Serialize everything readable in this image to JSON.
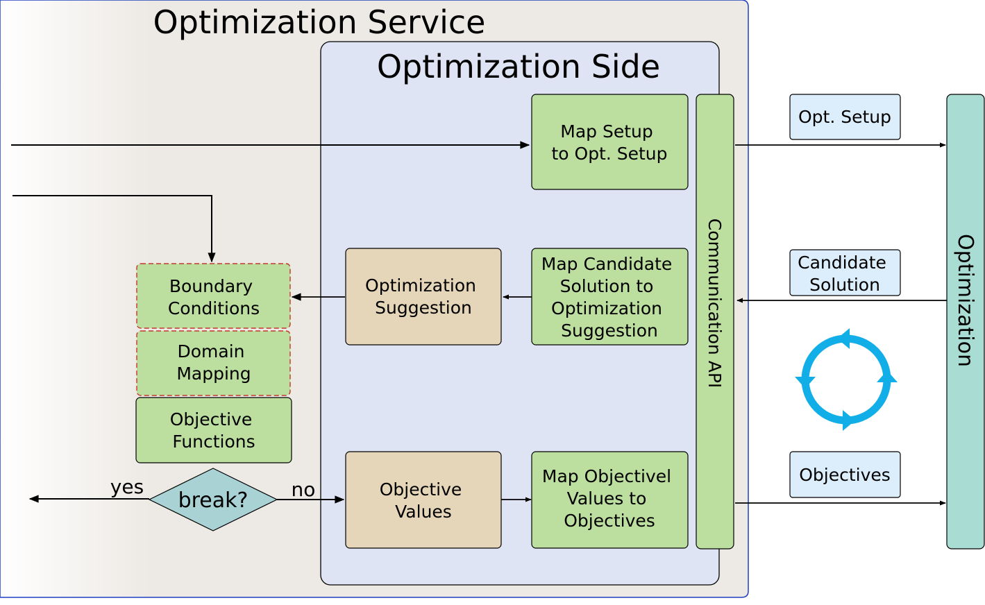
{
  "service": {
    "title": "Optimization Service"
  },
  "side": {
    "title": "Optimization Side"
  },
  "boxes": {
    "map_setup": [
      "Map Setup",
      "to Opt. Setup"
    ],
    "map_candidate": [
      "Map Candidate",
      "Solution to",
      "Optimization",
      "Suggestion"
    ],
    "opt_suggestion": [
      "Optimization",
      "Suggestion"
    ],
    "boundary": [
      "Boundary",
      "Conditions"
    ],
    "domain": [
      "Domain",
      "Mapping"
    ],
    "objective_functions": [
      "Objective",
      "Functions"
    ],
    "objective_values": [
      "Objective",
      "Values"
    ],
    "map_objective": [
      "Map Objectivel",
      "Values to",
      "Objectives"
    ]
  },
  "comm_api": "Communication API",
  "optimization": "Optimization",
  "messages": {
    "opt_setup": "Opt. Setup",
    "candidate": [
      "Candidate",
      "Solution"
    ],
    "objectives": "Objectives"
  },
  "decision": {
    "label": "break?",
    "yes": "yes",
    "no": "no"
  },
  "colors": {
    "green": "#bcdfa0",
    "tan": "#e6d6b9",
    "side_bg": "#dfe4f4",
    "service_bg": "#ede9e5",
    "teal": "#a9dcd2",
    "cycle": "#12aee8",
    "msg_bg": "#dcedfb"
  }
}
